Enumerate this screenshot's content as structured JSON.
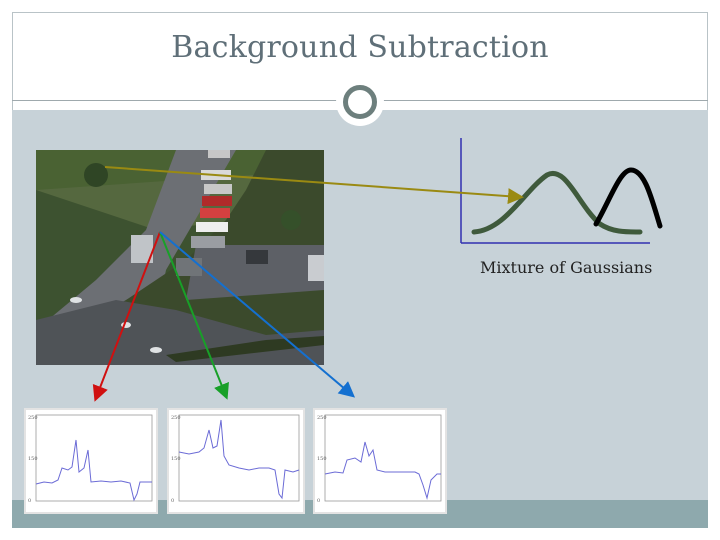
{
  "slide": {
    "title": "Background Subtraction",
    "gaussians_label": "Mixture of Gaussians"
  },
  "colors": {
    "background_panel": "#c7d2d8",
    "footer": "#8ea9ad",
    "title_text": "#5f6f78",
    "ornament_ring": "#6d7f7d",
    "arrow_olive": "#9a8a12",
    "arrow_red": "#d01010",
    "arrow_green": "#18a028",
    "arrow_blue": "#1470d0",
    "gaussian_green": "#3f5a3c",
    "gaussian_black": "#000000",
    "axis_blue": "#3030b0"
  },
  "images": {
    "scene": "parking-lot-aerial-photo",
    "pixel_plots": [
      "pixel-intensity-plot-1",
      "pixel-intensity-plot-2",
      "pixel-intensity-plot-3"
    ]
  }
}
